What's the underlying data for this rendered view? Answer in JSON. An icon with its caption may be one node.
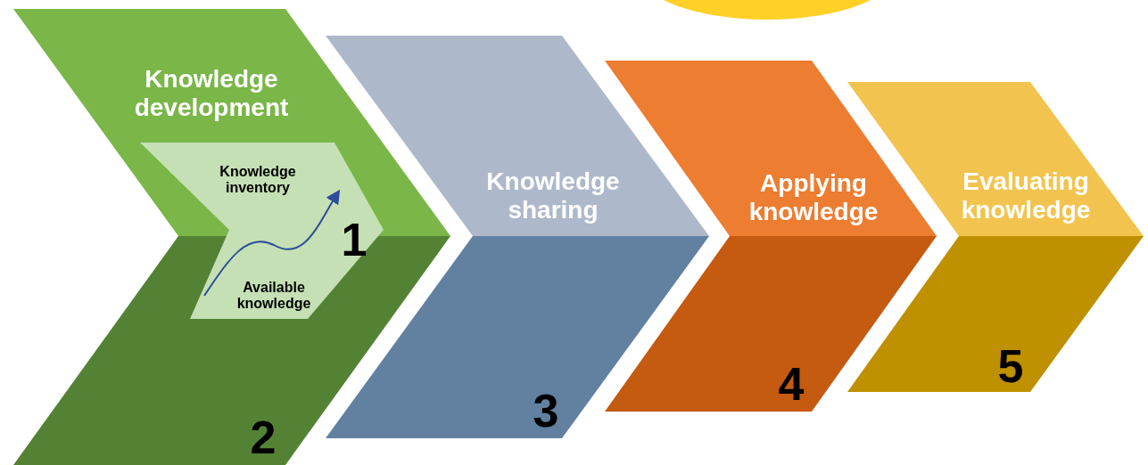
{
  "diagram": {
    "nodes": [
      {
        "text": [
          "Knowledge development",
          "2"
        ]
      },
      {
        "text": [
          "Knowledge inventory",
          "Available knowledge",
          "1"
        ]
      },
      {
        "text": [
          "Knowledge sharing",
          "3"
        ]
      },
      {
        "text": [
          "Applying knowledge",
          "4"
        ]
      },
      {
        "text": [
          "Evaluating knowledge",
          "5"
        ]
      },
      {
        "text": [],
        "shape": "circle"
      }
    ],
    "edges": []
  }
}
